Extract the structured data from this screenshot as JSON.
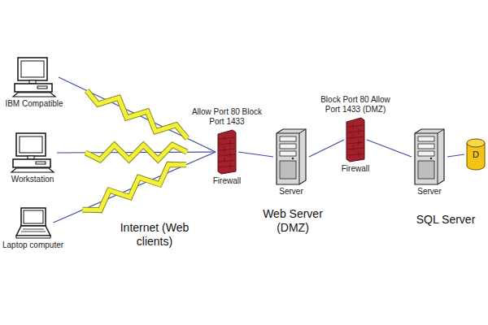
{
  "diagram": {
    "nodes": [
      {
        "text": [
          "IBM Compatible"
        ]
      },
      {
        "text": [
          "Workstation"
        ]
      },
      {
        "text": [
          "Laptop computer"
        ]
      },
      {
        "text": [
          "Allow Port 80 Block Port 1433",
          "Firewall"
        ]
      },
      {
        "text": [
          "Server"
        ]
      },
      {
        "text": [
          "Block Port 80 Allow Port 1433 (DMZ)",
          "Firewall"
        ]
      },
      {
        "text": [
          "Server"
        ]
      },
      {
        "text": [
          "D"
        ]
      }
    ],
    "edges": [
      {
        "from": 0,
        "to": 3,
        "arrow": "none"
      },
      {
        "from": 1,
        "to": 3,
        "arrow": "none"
      },
      {
        "from": 2,
        "to": 3,
        "arrow": "none"
      },
      {
        "from": 3,
        "to": 4,
        "arrow": "none"
      },
      {
        "from": 4,
        "to": 5,
        "arrow": "none"
      },
      {
        "from": 5,
        "to": 6,
        "arrow": "none"
      },
      {
        "from": 6,
        "to": 7,
        "arrow": "none"
      }
    ],
    "labels": [
      "Internet (Web clients)",
      "Web Server (DMZ)",
      "SQL Server"
    ]
  }
}
